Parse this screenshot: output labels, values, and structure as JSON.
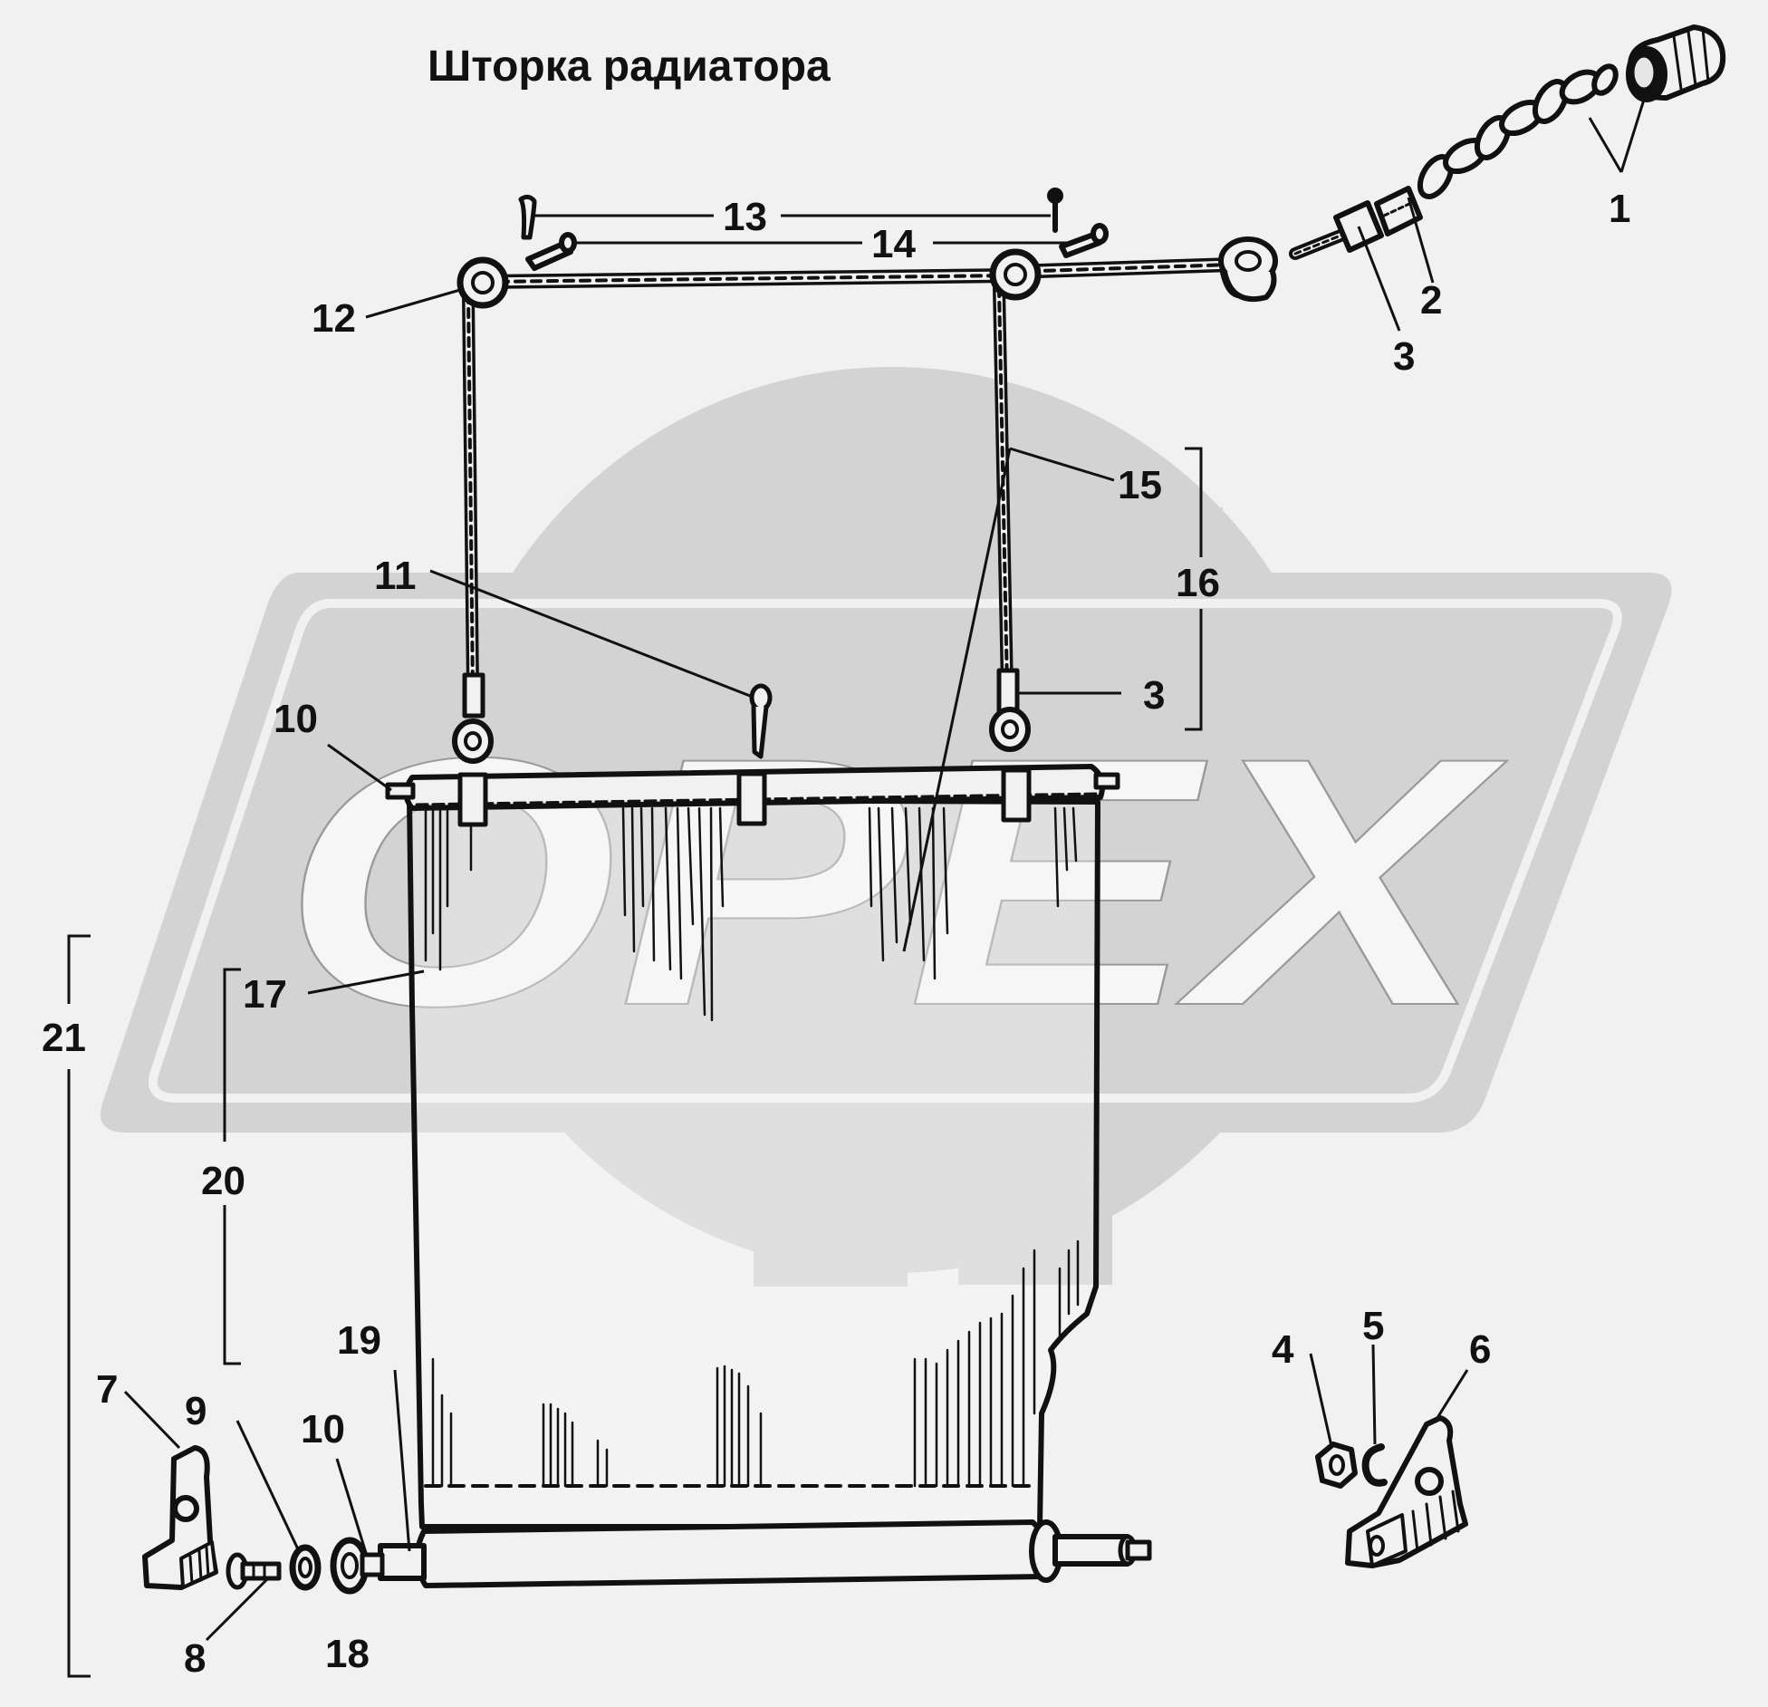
{
  "title": "Шторка радиатора",
  "watermark": {
    "text": "OPEX",
    "color": "#d3d3d3"
  },
  "colors": {
    "background": "#f1f1f1",
    "line": "#111111",
    "shade": "#e6e6e6"
  },
  "callouts": {
    "c1": "1",
    "c2": "2",
    "c3a": "3",
    "c3b": "3",
    "c4": "4",
    "c5": "5",
    "c6": "6",
    "c7": "7",
    "c8": "8",
    "c9": "9",
    "c10a": "10",
    "c10b": "10",
    "c11": "11",
    "c12": "12",
    "c13": "13",
    "c14": "14",
    "c15": "15",
    "c16": "16",
    "c17": "17",
    "c18": "18",
    "c19": "19",
    "c20": "20",
    "c21": "21"
  }
}
